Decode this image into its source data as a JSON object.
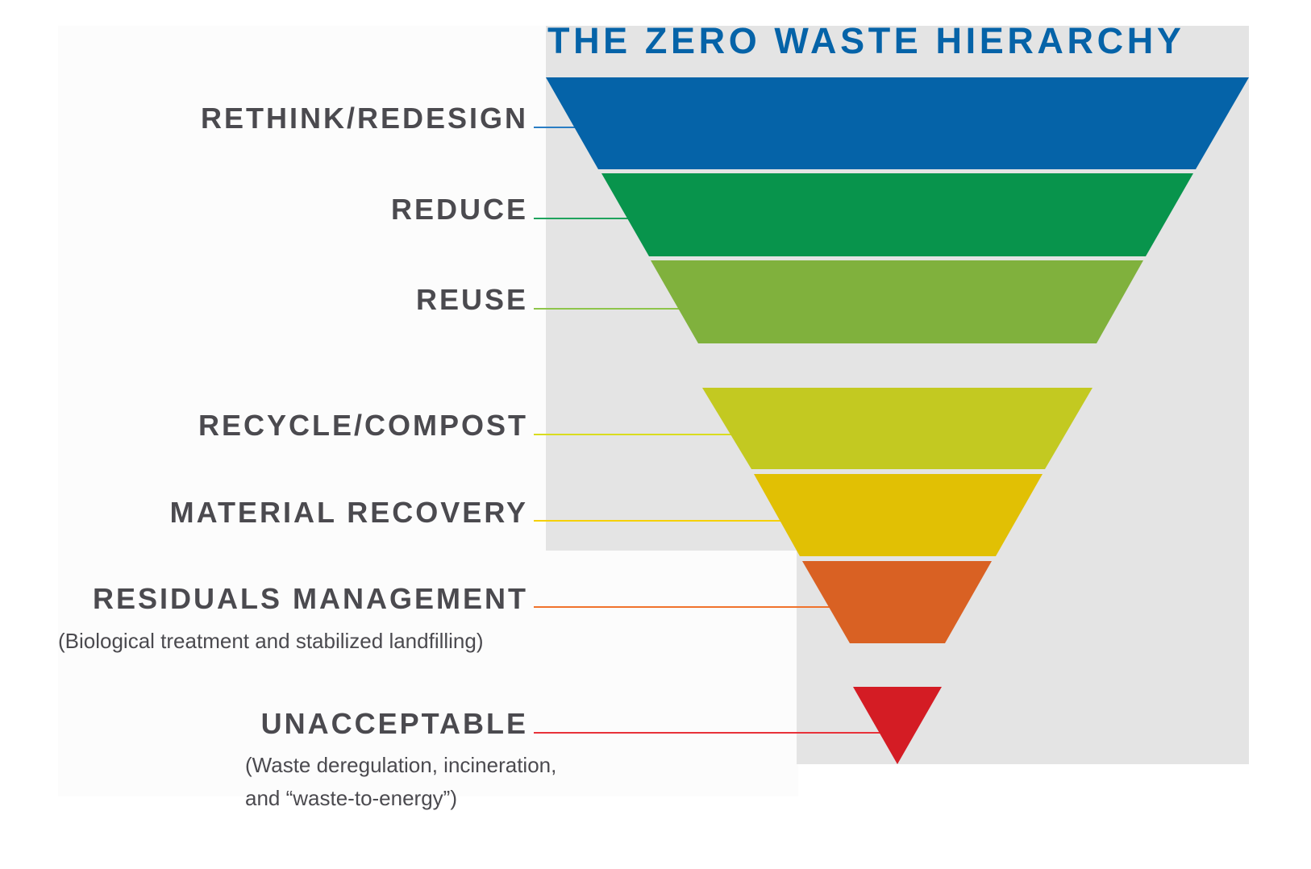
{
  "title": "THE ZERO WASTE HIERARCHY",
  "colors": {
    "title": "#0563a8",
    "label_text": "#4b4a4f",
    "panel_bg": "#e4e4e4"
  },
  "levels": [
    {
      "label": "RETHINK/REDESIGN",
      "color": "#0563a8",
      "line_color": "#2a7dc4",
      "description": ""
    },
    {
      "label": "REDUCE",
      "color": "#08944c",
      "line_color": "#1fa35d",
      "description": ""
    },
    {
      "label": "REUSE",
      "color": "#80b13d",
      "line_color": "#8ec54a",
      "description": ""
    },
    {
      "label": "RECYCLE/COMPOST",
      "color": "#c3c921",
      "line_color": "#d9dc1f",
      "description": ""
    },
    {
      "label": "MATERIAL RECOVERY",
      "color": "#e1c004",
      "line_color": "#f5d000",
      "description": ""
    },
    {
      "label": "RESIDUALS MANAGEMENT",
      "color": "#d96123",
      "line_color": "#f0732c",
      "description": "(Biological treatment and stabilized landfilling)"
    },
    {
      "label": "UNACCEPTABLE",
      "color": "#d41c24",
      "line_color": "#e8323a",
      "description_line1": "(Waste deregulation, incineration,",
      "description_line2": "and “waste-to-energy”)"
    }
  ]
}
